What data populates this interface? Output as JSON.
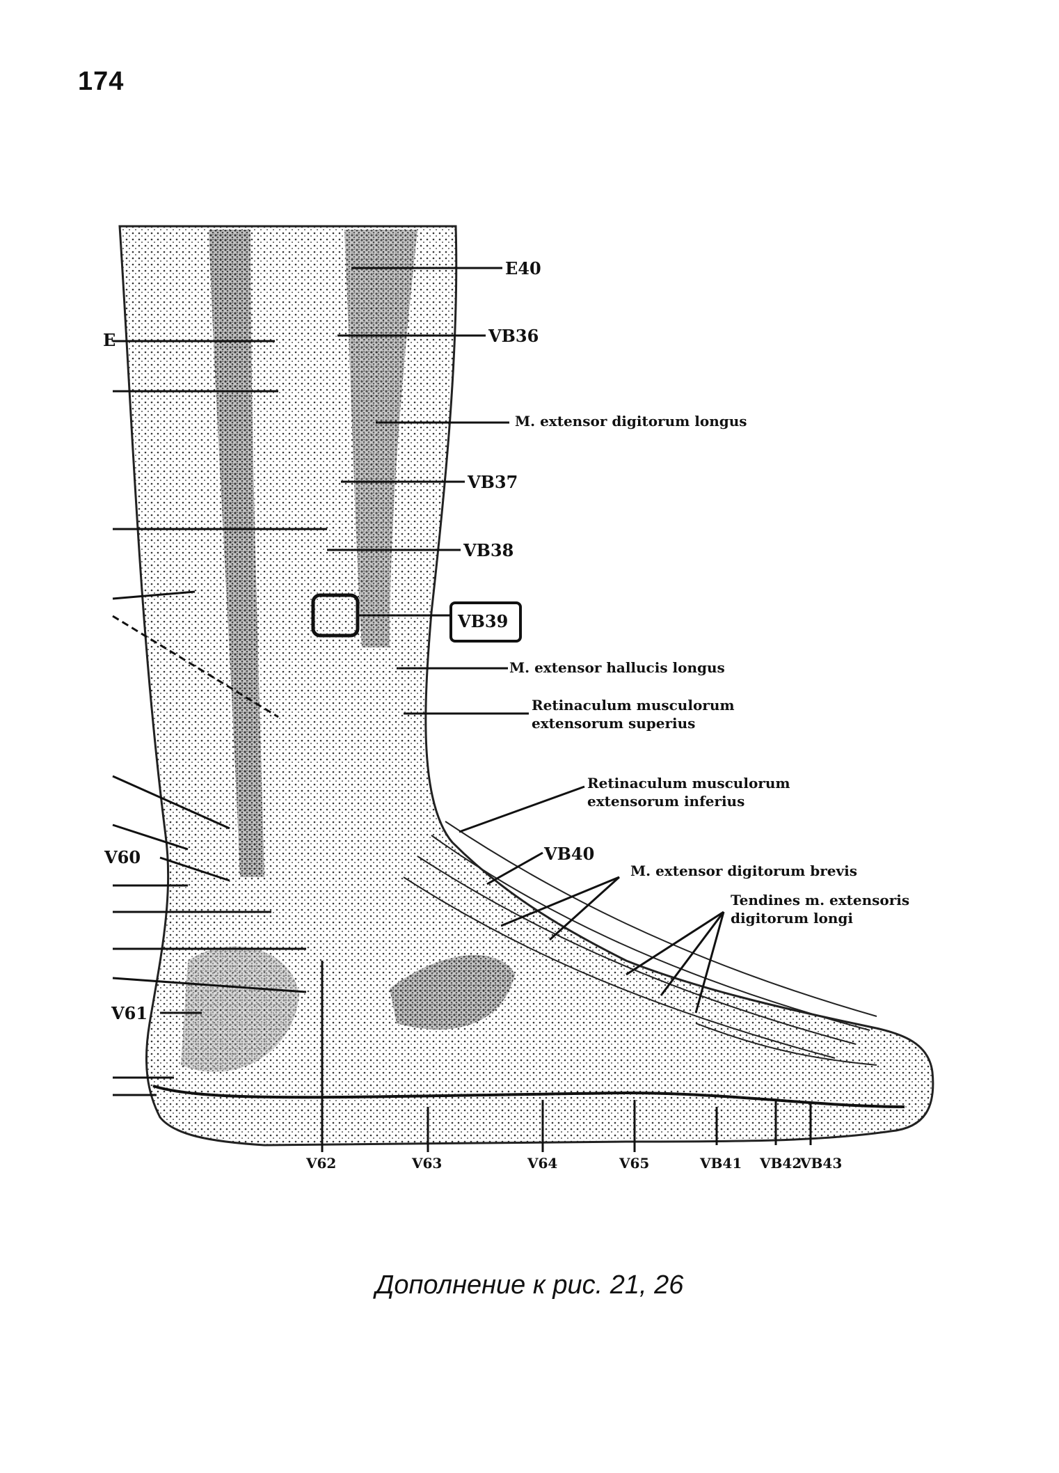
{
  "page_number": "174",
  "caption": "Дополнение к рис. 21, 26",
  "figure": {
    "right_labels": {
      "e40": "E40",
      "vb36": "VB36",
      "ext_dig_long": "M. extensor digitorum longus",
      "vb37": "VB37",
      "vb38": "VB38",
      "vb39": "VB39",
      "ext_hal_long": "M. extensor hallucis longus",
      "retinaculum_sup_1": "Retinaculum musculorum",
      "retinaculum_sup_2": "extensorum superius",
      "retinaculum_inf_1": "Retinaculum musculorum",
      "retinaculum_inf_2": "extensorum inferius",
      "vb40": "VB40",
      "ext_dig_brevis": "M. extensor digitorum brevis",
      "tendines_1": "Tendines m. extensoris",
      "tendines_2": "digitorum longi"
    },
    "left_labels": {
      "e": "E",
      "v60": "V60",
      "v61": "V61"
    },
    "bottom_labels": [
      "V62",
      "V63",
      "V64",
      "V65",
      "VB41",
      "VB42",
      "VB43"
    ]
  }
}
